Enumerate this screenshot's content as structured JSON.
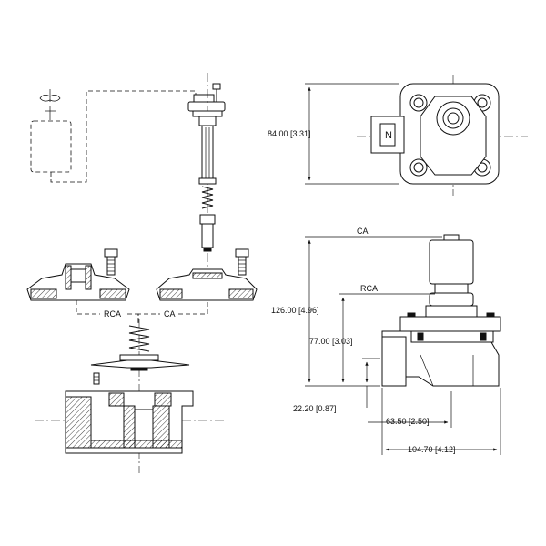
{
  "labels": {
    "rca_left": "RCA",
    "ca_left": "CA",
    "ca_side": "CA",
    "rca_side": "RCA"
  },
  "dimensions": {
    "height_top": "84.00 [3.31]",
    "height_overall": "126.00 [4.96]",
    "height_mid": "77.00 [3.03]",
    "height_inlet": "22.20 [0.87]",
    "width_partial": "63.50 [2.50]",
    "width_overall": "104.70 [4.12]"
  },
  "icons": {
    "coil_letter": "N"
  }
}
